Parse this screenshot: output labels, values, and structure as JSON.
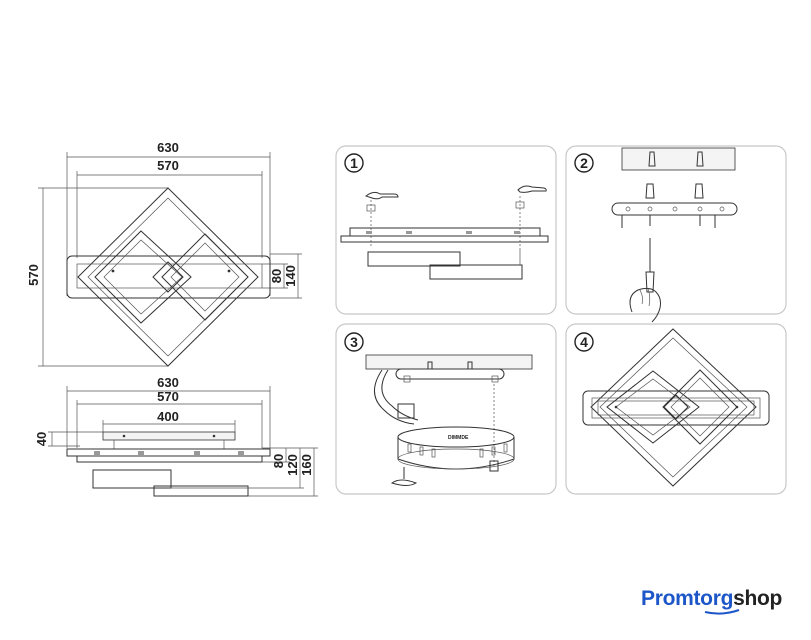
{
  "top_view": {
    "width_outer": "630",
    "width_inner": "570",
    "height": "570",
    "bar_height_inner": "80",
    "bar_height_outer": "140"
  },
  "side_view": {
    "width_outer": "630",
    "width_inner": "570",
    "plate_width": "400",
    "plate_height": "40",
    "depth_1": "80",
    "depth_2": "120",
    "depth_3": "160"
  },
  "steps": {
    "s1": "1",
    "s2": "2",
    "s3": "3",
    "s4": "4",
    "driver_label": "DIMMDE"
  },
  "brand": {
    "part1": "Promtorg",
    "part2": "shop",
    "color": "#1d56c8"
  }
}
